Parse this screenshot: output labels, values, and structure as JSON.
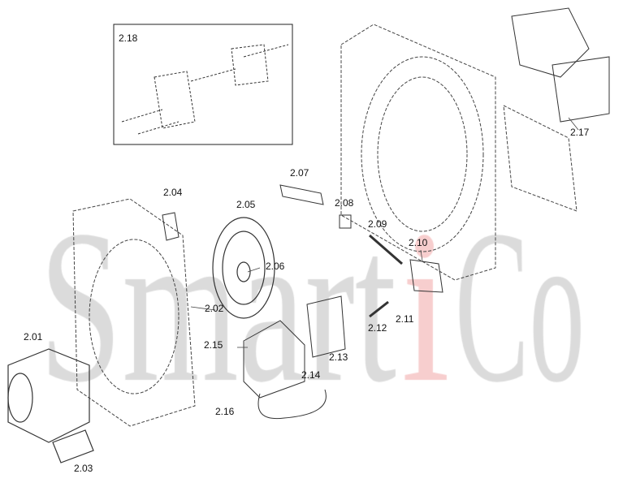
{
  "watermark": {
    "prefix": "Smart",
    "accent": "i",
    "suffix": "Co",
    "gray": "#bdbdbd",
    "accent_color": "#f1a6a6"
  },
  "labels": {
    "p218": "2.18",
    "p217": "2.17",
    "p207": "2.07",
    "p204": "2.04",
    "p205": "2.05",
    "p208": "2.08",
    "p209": "2.09",
    "p210": "2.10",
    "p206": "2.06",
    "p202": "2.02",
    "p211": "2.11",
    "p212": "2.12",
    "p201": "2.01",
    "p215": "2.15",
    "p213": "2.13",
    "p214": "2.14",
    "p216": "2.16",
    "p203": "2.03"
  }
}
